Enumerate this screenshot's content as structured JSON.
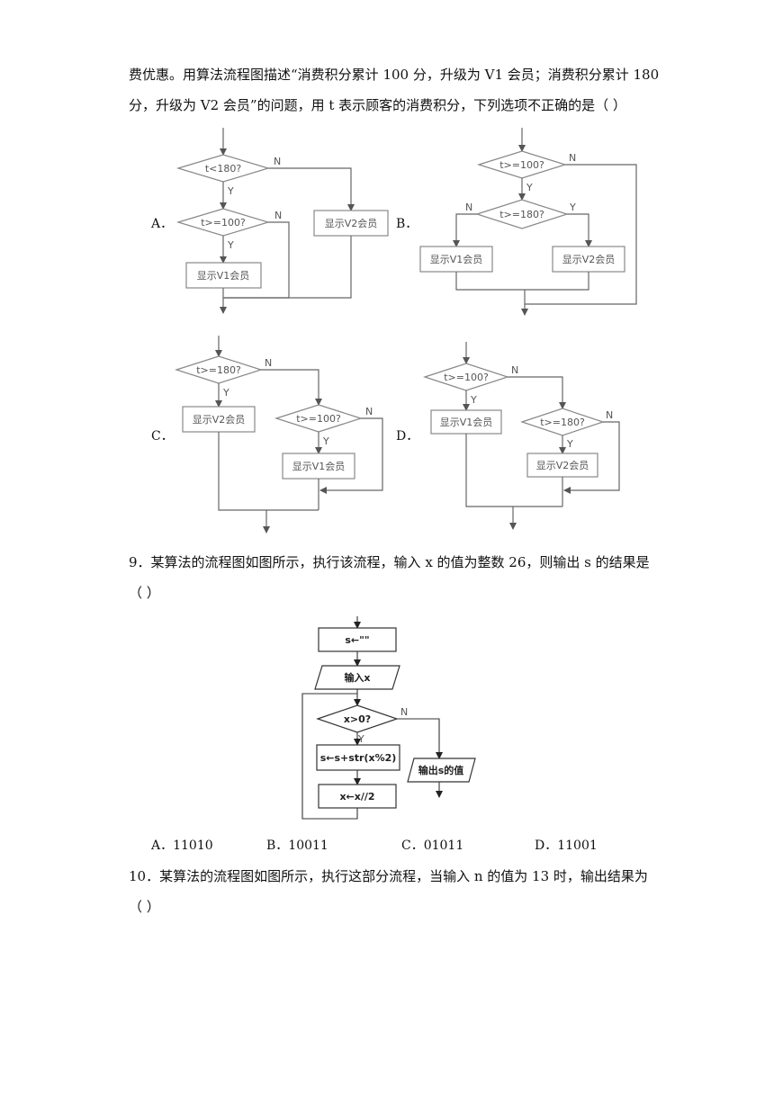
{
  "q8": {
    "line1": "费优惠。用算法流程图描述“消费积分累计 100 分，升级为 V1 会员；消费积分累计 180",
    "line2": "分，升级为 V2 会员”的问题，用 t 表示顾客的消费积分，下列选项不正确的是（    ）",
    "options": {
      "A": "A．",
      "B": "B．",
      "C": "C．",
      "D": "D．"
    },
    "flow_A": {
      "cond1": "t<180?",
      "cond2": "t>=100?",
      "v1": "显示V1会员",
      "v2": "显示V2会员",
      "yes": "Y",
      "no": "N"
    },
    "flow_B": {
      "cond1": "t>=100?",
      "cond2": "t>=180?",
      "v1": "显示V1会员",
      "v2": "显示V2会员",
      "yes": "Y",
      "no": "N"
    },
    "flow_C": {
      "cond1": "t>=180?",
      "cond2": "t>=100?",
      "v1": "显示V1会员",
      "v2": "显示V2会员",
      "yes": "Y",
      "no": "N"
    },
    "flow_D": {
      "cond1": "t>=100?",
      "cond2": "t>=180?",
      "v1": "显示V1会员",
      "v2": "显示V2会员",
      "yes": "Y",
      "no": "N"
    }
  },
  "q9": {
    "line1": "9．某算法的流程图如图所示，执行该流程，输入 x 的值为整数 26，则输出 s 的结果是",
    "line2": "（        ）",
    "flow": {
      "init": "s←\"\"",
      "input": "输入x",
      "cond": "x>0?",
      "step1": "s←s+str(x%2)",
      "step2": "x←x//2",
      "output": "输出s的值",
      "yes": "Y",
      "no": "N"
    },
    "answers": {
      "A": "A．11010",
      "B": "B．10011",
      "C": "C．01011",
      "D": "D．11001"
    }
  },
  "q10": {
    "line1": "10．某算法的流程图如图所示，执行这部分流程，当输入 n 的值为 13 时，输出结果为",
    "line2": "（    ）"
  }
}
